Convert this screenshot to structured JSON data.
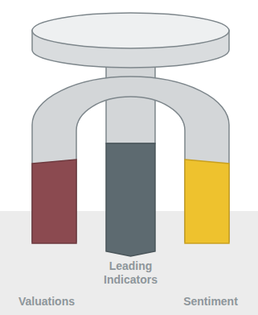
{
  "diagram": {
    "labels": [
      "Leading Indicators",
      "Valuations",
      "Sentiment"
    ]
  }
}
